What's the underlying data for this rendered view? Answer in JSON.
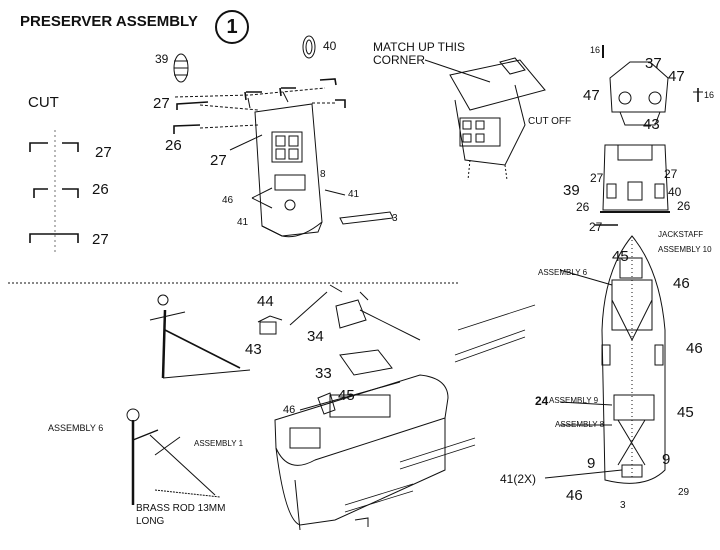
{
  "title": "PRESERVER ASSEMBLY",
  "step_number": "1",
  "labels": {
    "cut": "CUT",
    "match_up": "MATCH UP THIS",
    "corner": "CORNER",
    "cut_off": "CUT OFF",
    "jackstaff": "JACKSTAFF",
    "assembly_10": "ASSEMBLY 10",
    "assembly_6_right": "ASSEMBLY 6",
    "assembly_9": "ASSEMBLY 9",
    "assembly_9_num": "24",
    "assembly_8": "ASSEMBLY 8",
    "assembly_6_left": "ASSEMBLY 6",
    "assembly_1": "ASSEMBLY 1",
    "brass_rod_1": "BRASS ROD 13MM",
    "brass_rod_2": "LONG"
  },
  "part_numbers": {
    "cut_27a": "27",
    "cut_26": "26",
    "cut_27b": "27",
    "p39": "39",
    "p40": "40",
    "p27a": "27",
    "p26": "26",
    "p27b": "27",
    "p46": "46",
    "p8": "8",
    "p41a": "41",
    "p41b": "41",
    "p3": "3",
    "r16a": "16",
    "r37": "37",
    "r47a": "47",
    "r47b": "47",
    "r16b": "16",
    "r43": "43",
    "r27a": "27",
    "r27b": "27",
    "r39": "39",
    "r40": "40",
    "r26a": "26",
    "r26b": "26",
    "r27c": "27",
    "r45a": "45",
    "r46a": "46",
    "r46b": "46",
    "r45b": "45",
    "r9a": "9",
    "r9b": "9",
    "r41x": "41(2X)",
    "r46c": "46",
    "r3": "3",
    "r29": "29",
    "b44": "44",
    "b43": "43",
    "b34": "34",
    "b33": "33",
    "b45": "45",
    "b46": "46"
  }
}
